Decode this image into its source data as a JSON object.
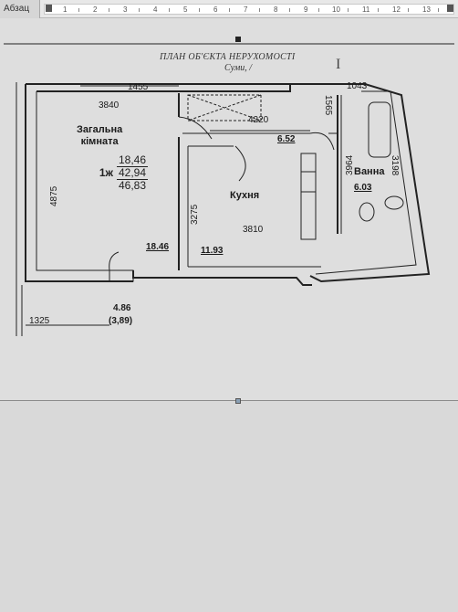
{
  "toolbar": {
    "style_box": "Абзац",
    "ruler_numbers": [
      "1",
      "2",
      "3",
      "4",
      "5",
      "6",
      "7",
      "8",
      "9",
      "10",
      "11",
      "12",
      "13"
    ]
  },
  "document": {
    "title": "ПЛАН ОБ'ЄКТА НЕРУХОМОСТІ",
    "city": "Суми, /"
  },
  "floor_plan": {
    "rooms": [
      {
        "name_line1": "Загальна",
        "name_line2": "кімната"
      },
      {
        "name": "Кухня"
      },
      {
        "name": "Ванна"
      }
    ],
    "summary": {
      "prefix": "1ж",
      "living": "18,46",
      "total_living": "42,94",
      "total": "46,83"
    },
    "dimensions": {
      "d1455": "1455",
      "d3840": "3840",
      "d1043": "1043",
      "d1565": "1565",
      "d4220": "4220",
      "d4875": "4875",
      "d3964": "3964",
      "d3198": "3198",
      "d3275": "3275",
      "d3810": "3810",
      "d1325": "1325"
    },
    "areas": {
      "hall": "6.52",
      "bath": "6.03",
      "living": "18.46",
      "kitchen": "11.93",
      "balcony": "4.86",
      "balcony_reduced": "(3,89)"
    }
  }
}
